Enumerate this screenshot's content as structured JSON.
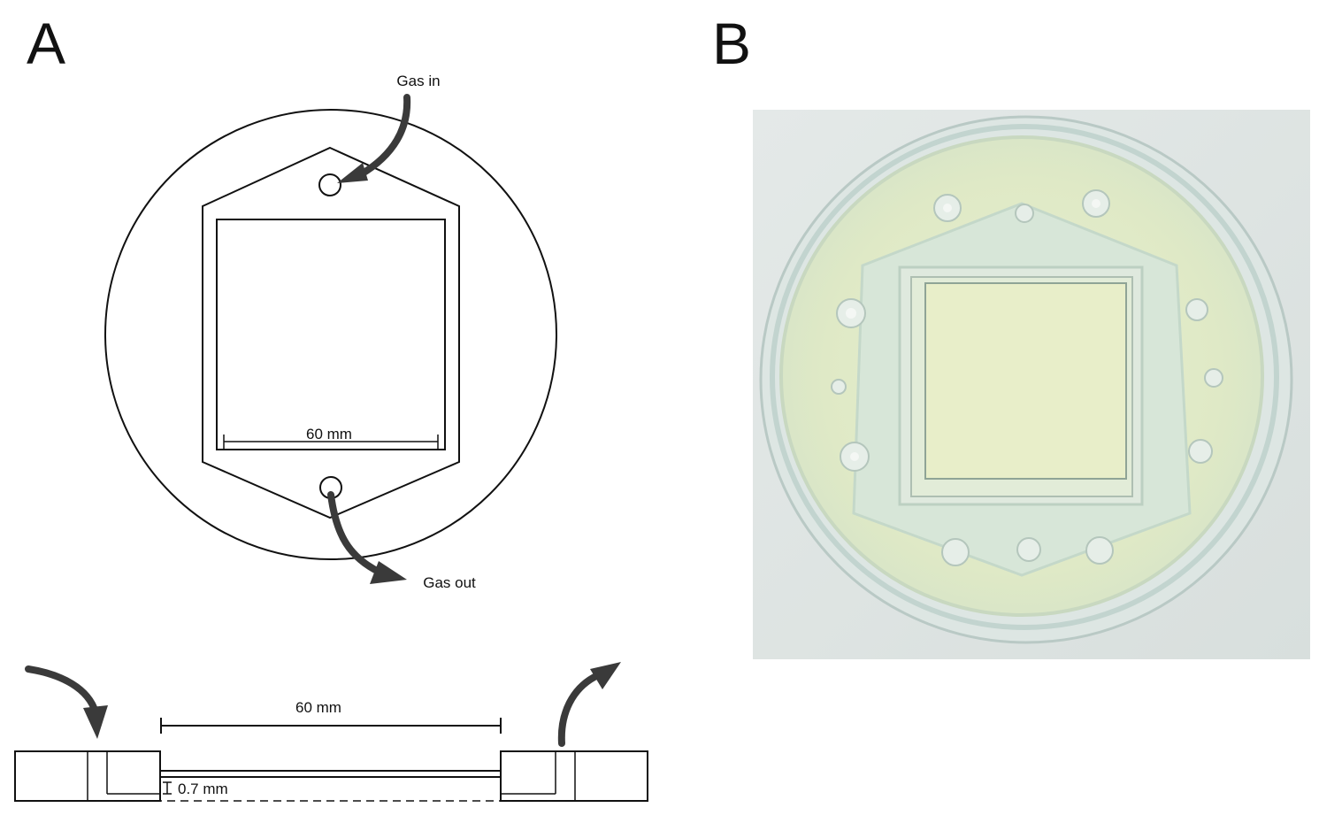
{
  "panels": {
    "a": {
      "letter": "A"
    },
    "b": {
      "letter": "B"
    }
  },
  "labels": {
    "gas_in": "Gas in",
    "gas_out": "Gas out",
    "width_top_view": "60 mm",
    "width_side_view": "60 mm",
    "depth_side_view": "0.7 mm"
  },
  "colors": {
    "line": "#111111",
    "arrow": "#3a3a3a",
    "photo_background": "#dde3e1",
    "agar": "#e6ecc8",
    "dish_rim": "#cfe0dc"
  }
}
